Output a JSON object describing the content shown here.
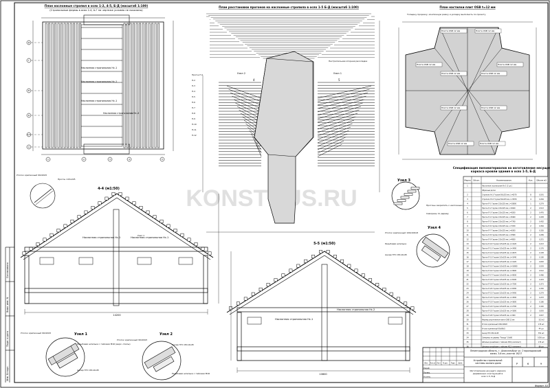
{
  "sheet": {
    "format": "Формат А3",
    "watermark": "KONSTRUS.RU"
  },
  "plan1": {
    "title": "План наслонные стропил  в осях 1-2, 4-5, Б-Д  (масштаб 1:100)",
    "subtitle": "(Стропильные фермы в осях 2-4, А-Г на чертеже условно не показаны)",
    "labels": [
      "Наслонная стропильная Нс-1",
      "Наслонная стропильная Нс-1",
      "Наслонная стропильная Нс-1",
      "Наслонная стропильная Нс-2"
    ],
    "axes": [
      "Д",
      "Г",
      "В",
      "Б",
      "А/1",
      "А"
    ]
  },
  "plan2": {
    "title": "План расстановки прогонов на наслонные стропила в осях 1-5 Б-Д (масштаб 1:100)",
    "knots": [
      "Узел 2",
      "Узел 1"
    ],
    "marks": [
      "4",
      "5"
    ],
    "purlins": [
      "Прогон П-1",
      "П-2",
      "П-3",
      "П-4",
      "П-5",
      "П-6",
      "П-7",
      "П-8",
      "П-9",
      "П-10",
      "П-11",
      "П-12"
    ],
    "note": "Нестропильная опорная раскладка"
  },
  "plan3": {
    "title": "План настилки плит OSB t=12 мм",
    "note": "Толщину прорезку, монтажную рамку и укладку выполнить по проекту",
    "plates": [
      "Плита OSB 12 мм",
      "Плита OSB 12 мм",
      "Плита OSB 12 мм",
      "Плита OSB 12 мм",
      "Плита OSB 12 мм",
      "Плита OSB 12 мм",
      "Плита OSB 12 мм",
      "Плита OSB 12 мм",
      "Плита OSB 12 мм",
      "Плита OSB 12 мм"
    ]
  },
  "section44": {
    "title": "4-4 (м1:50)",
    "labels": [
      "Наслонная стропильная Нс-1",
      "Наслонная стропильная Нс-1"
    ],
    "callouts": [
      "Уголок крепежный 90х90х5",
      "Прогон 115х225",
      "Узел 1"
    ],
    "dim": "14200"
  },
  "section55": {
    "title": "5-5 (м1:50)",
    "labels": [
      "Наслонная стропильная Нс-1",
      "Наслонная стропильная Нс-2"
    ],
    "dim": "10800"
  },
  "knots": {
    "k1": "Узел 1",
    "k2": "Узел 2",
    "k3": "Узел 3",
    "k4": "Узел 4",
    "k1_notes": [
      "Уголок крепежный 90х90х5",
      "Резьбовая шпилька с гайками М16 (верх. спилы)",
      "Анкер ПГС 08.14х45"
    ],
    "k2_notes": [
      "Уголок крепежный 90х90х5",
      "Анкер ПГС 08.14х45",
      "Резьбовая шпилька с гайками М16"
    ],
    "k3_notes": [
      "Прогоны закрепить к наслонным стропилам",
      "Саморезы по дереву"
    ],
    "k4_notes": [
      "Уголок крепежный 100х100х8",
      "Резьбовая шпилька",
      "Анкер ПГС 08.14х45"
    ]
  },
  "spec": {
    "title": "Спецификация пиломатериалов на изготовление несущего каркаса кровли здания в осях 1-5, Б-Д",
    "headers": [
      "Марка",
      "Обозн.",
      "Наименование",
      "Кол.",
      "Объем м3"
    ],
    "rows": [
      [
        "1",
        "",
        "Наслонная стропильная Нс-1 (2 шт.)",
        "",
        ""
      ],
      [
        "",
        "",
        "Обрезные доски",
        "",
        ""
      ],
      [
        "2",
        "",
        "Стропило Нс1 Глулам 50х225 мм, L=6570",
        "8",
        "0,591"
      ],
      [
        "3",
        "",
        "Стропило Нс2 Глулам 50х225 мм, L=5870",
        "4",
        "0,264"
      ],
      [
        "4",
        "",
        "Прогон П-1 Глулам 115х225 мм, L=10800",
        "1",
        "0,279"
      ],
      [
        "5",
        "",
        "Прогон П-2 Глулам 115х225 мм, L=9920",
        "2",
        "0,513"
      ],
      [
        "6",
        "",
        "Прогон П-3 Глулам 115х225 мм, L=9200",
        "2",
        "0,476"
      ],
      [
        "7",
        "",
        "Прогон П-4 Глулам 115х225 мм, L=8460",
        "2",
        "0,438"
      ],
      [
        "8",
        "",
        "Прогон П-5 Глулам 115х225 мм, L=7760",
        "2",
        "0,402"
      ],
      [
        "9",
        "",
        "Прогон П-6 Глулам 115х225 мм, L=7030",
        "2",
        "0,364"
      ],
      [
        "10",
        "",
        "Прогон П-7 Глулам 115х225 мм, L=6300",
        "2",
        "0,326"
      ],
      [
        "11",
        "",
        "Прогон П-8 Глулам 115х225 мм, L=5580",
        "2",
        "0,289"
      ],
      [
        "12",
        "",
        "Прогон П-9 Глулам 115х225 мм, L=4850",
        "2",
        "0,251"
      ],
      [
        "13",
        "",
        "Прогон П-10 Глулам 115х225 мм, L=4120",
        "2",
        "0,213"
      ],
      [
        "14",
        "",
        "Прогон П-11 Глулам 115х225 мм, L=3400",
        "2",
        "0,176"
      ],
      [
        "15",
        "",
        "Прогон П-12 Глулам 115х225 мм, L=2670",
        "2",
        "0,138"
      ],
      [
        "16",
        "",
        "Прогон П-13 Глулам 115х225 мм, L=1940",
        "2",
        "0,100"
      ],
      [
        "17",
        "",
        "Прогон П-14 Глулам 115х225 мм, L=1220",
        "2",
        "0,063"
      ],
      [
        "18",
        "",
        "Прогон П-15 Глулам 115х225 мм, L=10800",
        "2",
        "0,559"
      ],
      [
        "19",
        "",
        "Прогон П-16 Глулам 115х225 мм, L=9900",
        "2",
        "0,512"
      ],
      [
        "20",
        "",
        "Прогон П-17 Глулам 115х225 мм, L=9000",
        "2",
        "0,466"
      ],
      [
        "21",
        "",
        "Прогон П-18 Глулам 115х225 мм, L=8100",
        "2",
        "0,419"
      ],
      [
        "22",
        "",
        "Прогон П-19 Глулам 115х225 мм, L=7200",
        "2",
        "0,373"
      ],
      [
        "23",
        "",
        "Прогон П-20 Глулам 115х225 мм, L=6300",
        "2",
        "0,326"
      ],
      [
        "24",
        "",
        "Прогон П-21 Глулам 115х225 мм, L=5400",
        "2",
        "0,279"
      ],
      [
        "25",
        "",
        "Прогон П-22 Глулам 115х225 мм, L=4500",
        "2",
        "0,233"
      ],
      [
        "26",
        "",
        "Прогон П-23 Глулам 115х225 мм, L=3600",
        "2",
        "0,186"
      ],
      [
        "27",
        "",
        "Прогон П-24 Глулам 115х225 мм, L=2700",
        "2",
        "0,140"
      ],
      [
        "28",
        "",
        "Прогон П-25 Глулам 115х225 мм, L=1800",
        "2",
        "0,093"
      ],
      [
        "29",
        "",
        "Прогон П-26 Глулам 115х225 мм, L=900",
        "2",
        "0,047"
      ],
      [
        "30",
        "",
        "Фермер упрочненная плита OSB 12 мм",
        "",
        "313 м2"
      ],
      [
        "31",
        "",
        "Уголок крепежный 100х100х8",
        "",
        "176 шт."
      ],
      [
        "32",
        "",
        "Уголок крепежный 90х90х5",
        "",
        "44 шт."
      ],
      [
        "33",
        "",
        "Анкер ПГС 08.14х45",
        "",
        "352 шт."
      ],
      [
        "34",
        "",
        "Саморезы по дереву \"Гвоздь\" 10х80",
        "",
        "1056 шт."
      ],
      [
        "35",
        "",
        "Шпилька резьбовая с гайками М16 (комплект)",
        "",
        "176 шт."
      ],
      [
        "36",
        "",
        "Шпилька резьбовая с гайками М12 (комплект)",
        "",
        "88 шт."
      ]
    ]
  },
  "titleblock": {
    "address": "Ленинградская область, г. Шлиссельбург ул. Староладожский канал, 3-й км, участок 16/17",
    "project": "Устройство стропильной системы жилого дома",
    "sheet_name": "Изготовление несущего каркаса деревянных конструкций в осях 1-5, Б-Д",
    "stage": "Р",
    "sheet": "6",
    "sheets": "9",
    "cols": [
      "Изм.",
      "Кол.уч",
      "Лист",
      "N док.",
      "Подп.",
      "Дата"
    ],
    "roles": [
      "Разраб.",
      "Провер.",
      "Н.контр."
    ]
  },
  "sidebar": {
    "items": [
      "Инв. N подл.",
      "Подп. и дата",
      "Взам. инв. N",
      "Согласовано"
    ]
  }
}
